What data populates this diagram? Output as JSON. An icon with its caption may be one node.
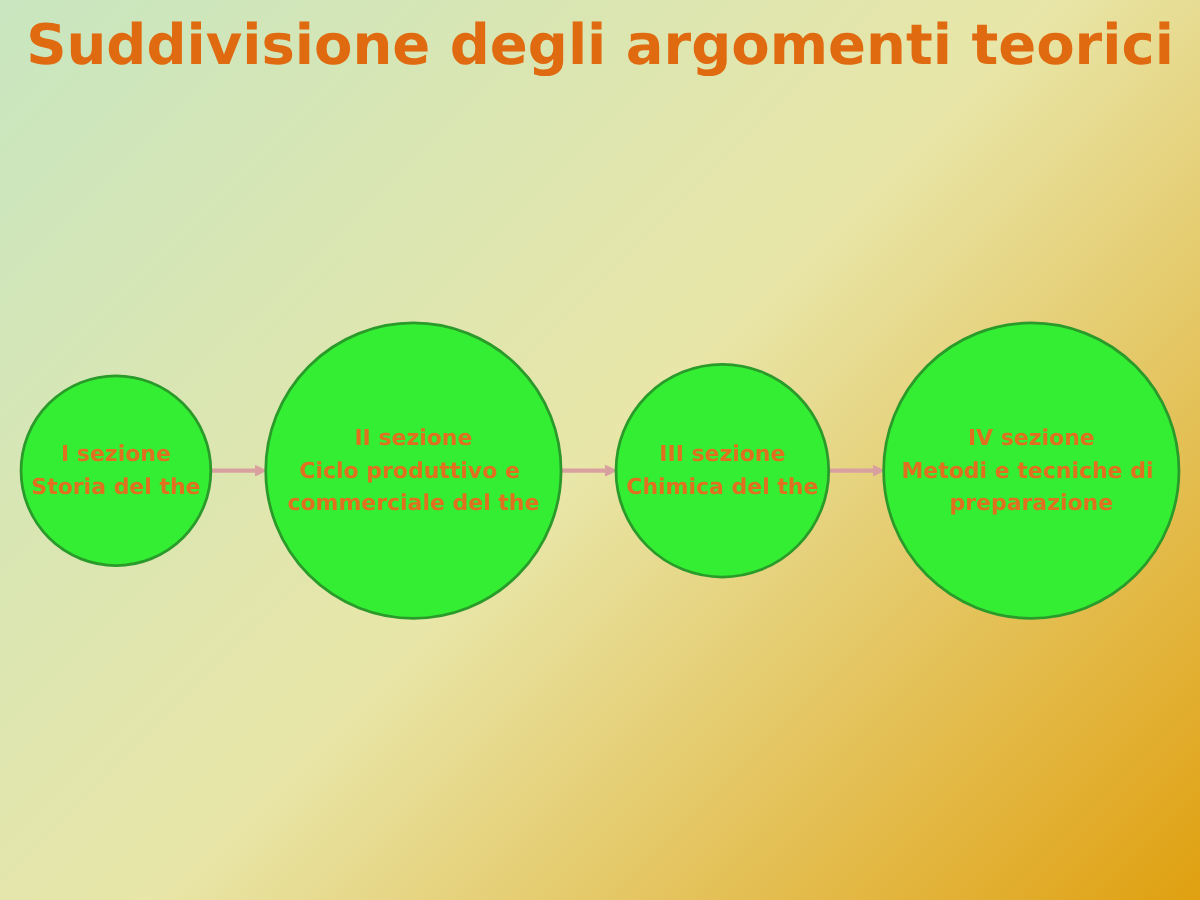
{
  "diagram": {
    "title": "Suddivisione degli argomenti teorici",
    "nodes": [
      {
        "text": [
          "IV sezione",
          "Metodi e tecniche di preparazione"
        ]
      },
      {
        "text": [
          "I sezione",
          "Storia del the"
        ]
      },
      {
        "text": [
          "III sezione",
          "Chimica del the"
        ]
      },
      {
        "text": [
          "II sezione",
          "Ciclo produttivo e commerciale del the"
        ]
      }
    ],
    "edges": [
      {
        "from": 1,
        "to": 3,
        "arrow": "to"
      },
      {
        "from": 3,
        "to": 2,
        "arrow": "to"
      },
      {
        "from": 2,
        "to": 0,
        "arrow": "to"
      }
    ]
  }
}
